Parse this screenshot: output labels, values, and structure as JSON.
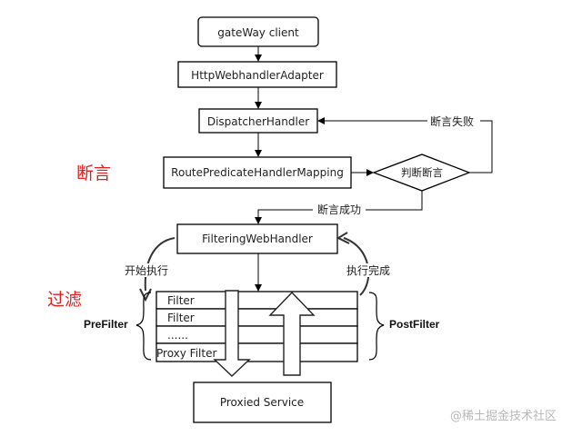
{
  "nodes": {
    "client": "gateWay client",
    "adapter": "HttpWebhandlerAdapter",
    "dispatcher": "DispatcherHandler",
    "mapping": "RoutePredicateHandlerMapping",
    "decision": "判断断言",
    "filtering": "FilteringWebHandler",
    "proxied": "Proxied Service"
  },
  "edges": {
    "fail": "断言失败",
    "success": "断言成功",
    "start": "开始执行",
    "done": "执行完成"
  },
  "filters": [
    "Filter",
    "Filter",
    "......",
    "Proxy Filter"
  ],
  "sections": {
    "predicate": "断言",
    "filter": "过滤",
    "prefilter": "PreFilter",
    "postfilter": "PostFilter"
  },
  "watermark": "@稀土掘金技术社区"
}
